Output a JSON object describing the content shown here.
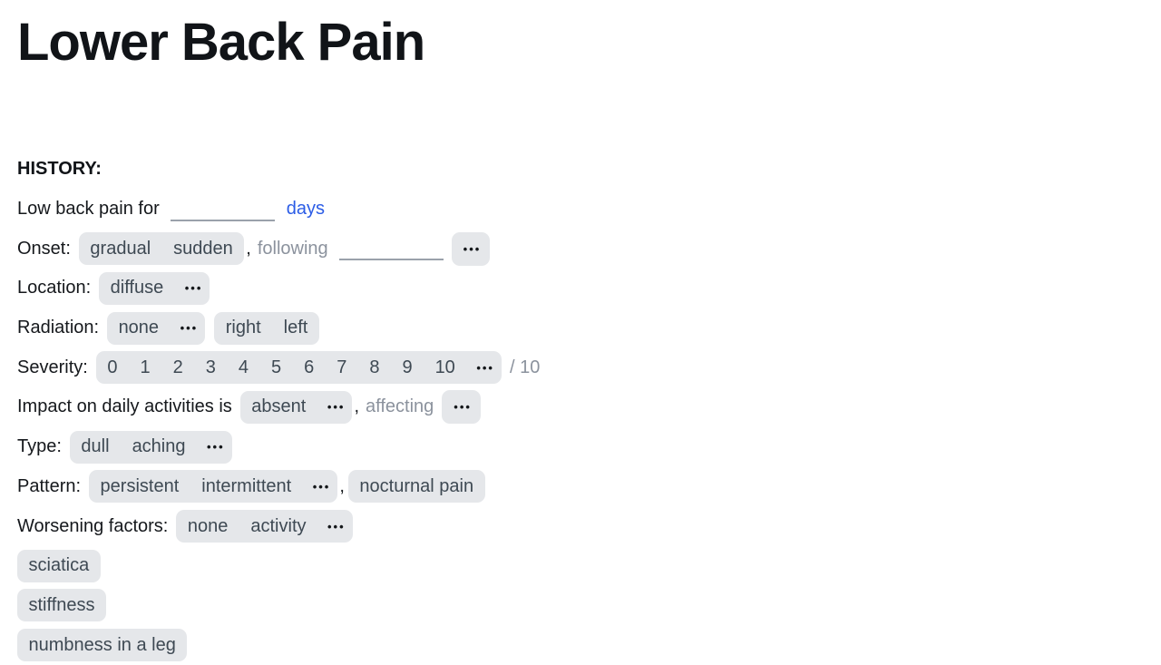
{
  "page": {
    "title": "Lower Back Pain"
  },
  "icons": {
    "more_ellipsis": "•••"
  },
  "punct": {
    "comma": ","
  },
  "history": {
    "heading": "HISTORY:",
    "duration": {
      "text": "Low back pain for",
      "value": "",
      "unit_link": "days"
    },
    "onset": {
      "label": "Onset:",
      "options": [
        "gradual",
        "sudden"
      ],
      "following_text": "following",
      "value": ""
    },
    "location": {
      "label": "Location:",
      "options": [
        "diffuse"
      ]
    },
    "radiation": {
      "label": "Radiation:",
      "options": [
        "none"
      ],
      "sides": [
        "right",
        "left"
      ]
    },
    "severity": {
      "label": "Severity:",
      "options": [
        "0",
        "1",
        "2",
        "3",
        "4",
        "5",
        "6",
        "7",
        "8",
        "9",
        "10"
      ],
      "suffix": "/ 10"
    },
    "impact": {
      "label": "Impact on daily activities is",
      "options": [
        "absent"
      ],
      "affecting_text": "affecting"
    },
    "type": {
      "label": "Type:",
      "options": [
        "dull",
        "aching"
      ]
    },
    "pattern": {
      "label": "Pattern:",
      "options": [
        "persistent",
        "intermittent"
      ],
      "extras": [
        "nocturnal pain"
      ]
    },
    "worsening": {
      "label": "Worsening factors:",
      "options": [
        "none",
        "activity"
      ]
    },
    "symptoms": [
      "sciatica",
      "stiffness",
      "numbness in a leg"
    ]
  }
}
